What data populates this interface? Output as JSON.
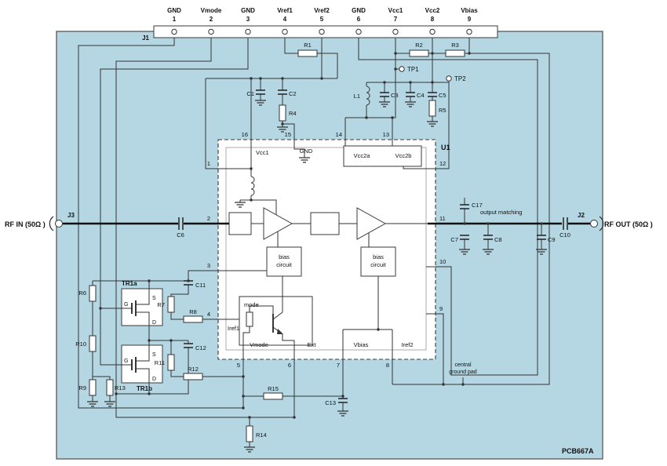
{
  "colors": {
    "board_bg": "#b4d7e3",
    "wire": "#333333"
  },
  "board": {
    "ref": "PCB667A"
  },
  "rf": {
    "in": "RF IN (50Ω )",
    "out": "RF OUT (50Ω )"
  },
  "connectors": {
    "j1": "J1",
    "j2": "J2",
    "j3": "J3"
  },
  "j1_pins": [
    {
      "name": "GND",
      "num": "1"
    },
    {
      "name": "Vmode",
      "num": "2"
    },
    {
      "name": "GND",
      "num": "3"
    },
    {
      "name": "Vref1",
      "num": "4"
    },
    {
      "name": "Vref2",
      "num": "5"
    },
    {
      "name": "GND",
      "num": "6"
    },
    {
      "name": "Vcc1",
      "num": "7"
    },
    {
      "name": "Vcc2",
      "num": "8"
    },
    {
      "name": "Vbias",
      "num": "9"
    }
  ],
  "testpoints": {
    "tp1": "TP1",
    "tp2": "TP2"
  },
  "u1": {
    "ref": "U1",
    "top": [
      {
        "num": "16",
        "label": "Vcc1"
      },
      {
        "num": "15",
        "label": "GND"
      },
      {
        "num": "14",
        "label": "Vcc2a"
      },
      {
        "num": "13",
        "label": "Vcc2b"
      }
    ],
    "left": [
      "1",
      "2",
      "3",
      "4"
    ],
    "right": [
      "12",
      "11",
      "10",
      "9"
    ],
    "bottom": [
      "5",
      "6",
      "7",
      "8"
    ],
    "iref1": "Iref1",
    "vmode": "Vmode",
    "ext": "Ext",
    "vbias": "Vbias",
    "iref2": "Iref2",
    "bias_line1": "bias",
    "bias_line2": "circuit",
    "mode": "mode"
  },
  "transistors": {
    "tr1a": "TR1a",
    "tr1b": "TR1b",
    "gate": "G",
    "source": "S",
    "drain": "D"
  },
  "resistors": {
    "r1": "R1",
    "r2": "R2",
    "r3": "R3",
    "r4": "R4",
    "r5": "R5",
    "r6": "R6",
    "r7": "R7",
    "r8": "R8",
    "r9": "R9",
    "r10": "R10",
    "r11": "R11",
    "r12": "R12",
    "r13": "R13",
    "r14": "R14",
    "r15": "R15"
  },
  "capacitors": {
    "c1": "C1",
    "c2": "C2",
    "c3": "C3",
    "c4": "C4",
    "c5": "C5",
    "c6": "C6",
    "c7": "C7",
    "c8": "C8",
    "c9": "C9",
    "c10": "C10",
    "c11": "C11",
    "c12": "C12",
    "c13": "C13",
    "c17": "C17"
  },
  "inductors": {
    "l1": "L1"
  },
  "notes": {
    "output_matching": "output matching",
    "central_line1": "central",
    "central_line2": "ground pad"
  }
}
